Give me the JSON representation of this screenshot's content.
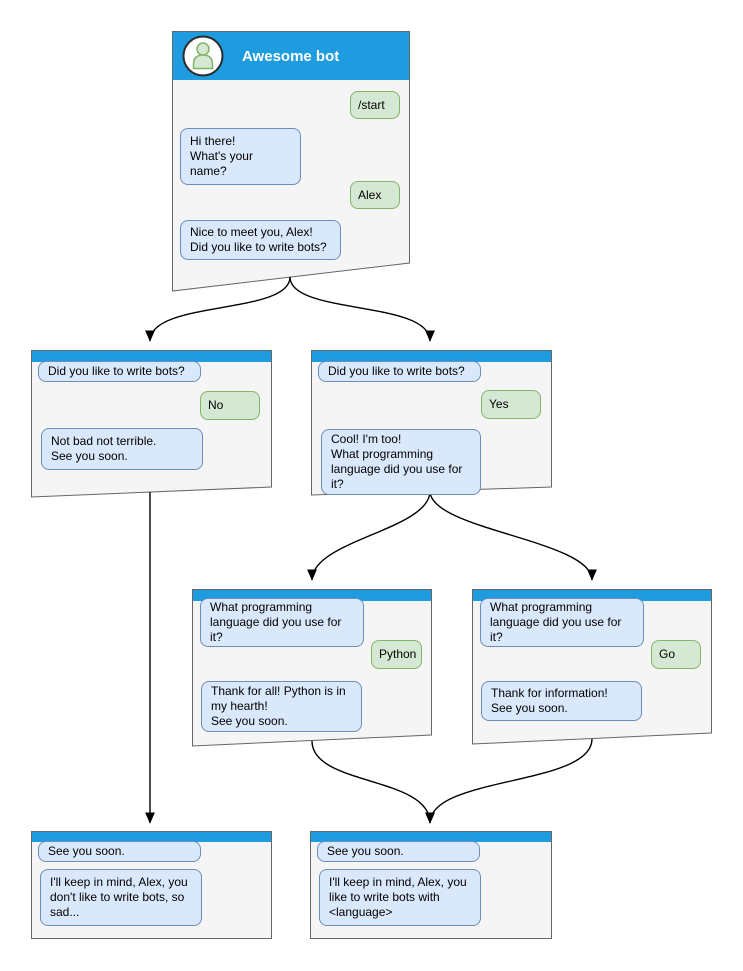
{
  "diagram": {
    "colors": {
      "header_blue": "#1E9CDF",
      "bot_bubble_fill": "#DAE8FC",
      "bot_bubble_border": "#6C8EBF",
      "user_bubble_fill": "#D5E8D4",
      "user_bubble_border": "#82B366",
      "window_fill": "#F5F5F5",
      "window_border": "#666666",
      "connector": "#000000"
    },
    "nodes": [
      {
        "id": "start",
        "title": "Awesome bot",
        "avatar_icon": "bot-avatar-icon",
        "messages": [
          {
            "from": "user",
            "text": "/start"
          },
          {
            "from": "bot",
            "text": "Hi there!\nWhat's your name?"
          },
          {
            "from": "user",
            "text": "Alex"
          },
          {
            "from": "bot",
            "text": "Nice to meet you, Alex!\nDid you like to write bots?"
          }
        ]
      },
      {
        "id": "branch-no",
        "messages": [
          {
            "from": "bot",
            "text": "Did you like to write bots?"
          },
          {
            "from": "user",
            "text": "No"
          },
          {
            "from": "bot",
            "text": "Not bad not terrible.\nSee you soon."
          }
        ]
      },
      {
        "id": "branch-yes",
        "messages": [
          {
            "from": "bot",
            "text": "Did you like to write bots?"
          },
          {
            "from": "user",
            "text": "Yes"
          },
          {
            "from": "bot",
            "text": "Cool! I'm too!\nWhat programming\nlanguage did you use for it?"
          }
        ]
      },
      {
        "id": "lang-python",
        "messages": [
          {
            "from": "bot",
            "text": "What programming\nlanguage did you use for it?"
          },
          {
            "from": "user",
            "text": "Python"
          },
          {
            "from": "bot",
            "text": "Thank for all! Python is in\nmy hearth!\nSee you soon."
          }
        ]
      },
      {
        "id": "lang-go",
        "messages": [
          {
            "from": "bot",
            "text": "What programming\nlanguage did you use for it?"
          },
          {
            "from": "user",
            "text": "Go"
          },
          {
            "from": "bot",
            "text": "Thank for information!\nSee you soon."
          }
        ]
      },
      {
        "id": "end-no",
        "messages": [
          {
            "from": "bot",
            "text": "See you soon."
          },
          {
            "from": "bot",
            "text": "I'll keep in mind, Alex, you\ndon't like to write bots, so\nsad..."
          }
        ]
      },
      {
        "id": "end-yes",
        "messages": [
          {
            "from": "bot",
            "text": "See you soon."
          },
          {
            "from": "bot",
            "text": "I'll keep in mind, Alex, you\nlike to write bots with\n<language>"
          }
        ]
      }
    ]
  }
}
